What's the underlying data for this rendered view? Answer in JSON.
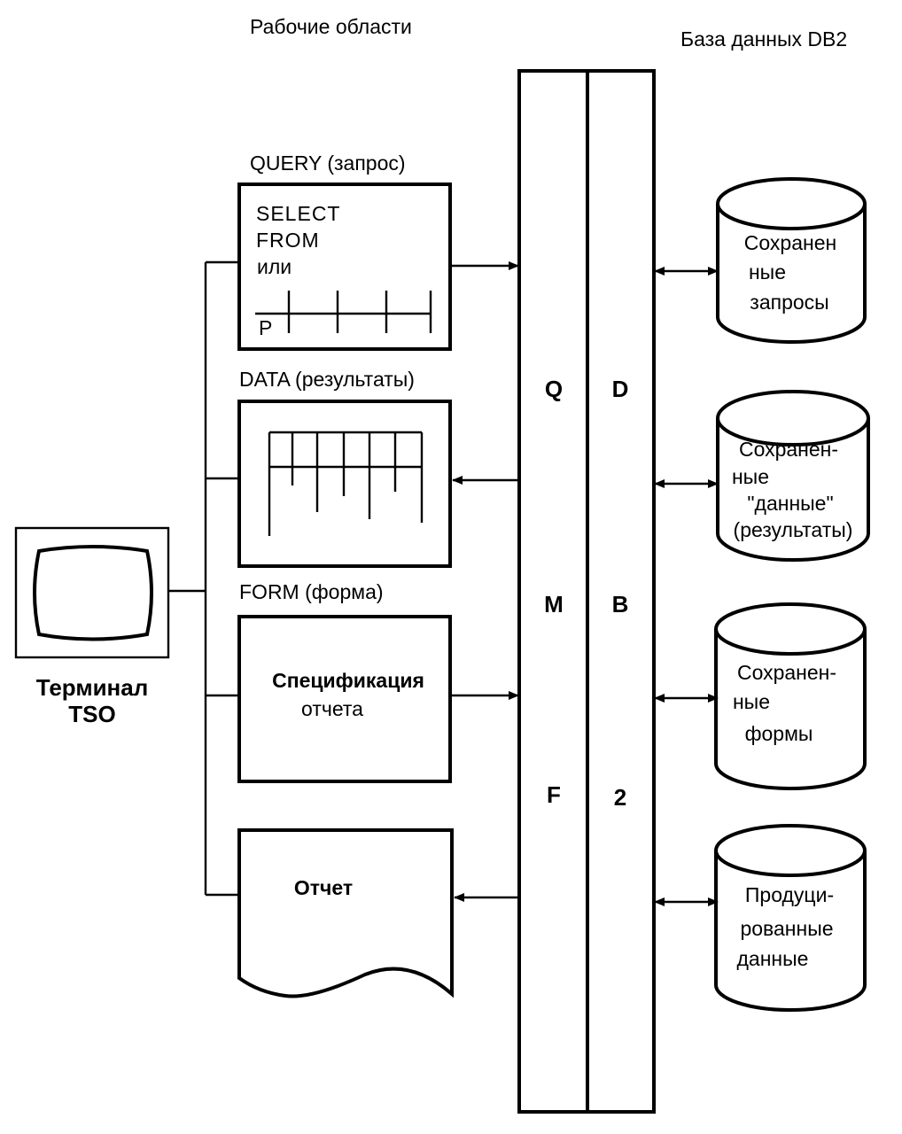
{
  "headers": {
    "work_areas": "Рабочие области",
    "database": "База данных DB2"
  },
  "terminal": {
    "line1": "Терминал",
    "line2": "TSO"
  },
  "query": {
    "title": "QUERY (запрос)",
    "select": "SELECT",
    "from": "FROM",
    "or": "или",
    "p": "P"
  },
  "data_area": {
    "title": "DATA (результаты)"
  },
  "form": {
    "title": "FORM (форма)",
    "line1": "Спецификация",
    "line2": "отчета"
  },
  "report": {
    "label": "Отчет"
  },
  "qmf": [
    "Q",
    "M",
    "F"
  ],
  "db2": [
    "D",
    "B",
    "2"
  ],
  "stores": [
    {
      "name": "stored-queries",
      "lines": [
        "Сохранен",
        "ные",
        "запросы"
      ]
    },
    {
      "name": "stored-data",
      "lines": [
        "Сохранен-",
        "ные",
        "\"данные\"",
        "(результаты)"
      ]
    },
    {
      "name": "stored-forms",
      "lines": [
        "Сохранен-",
        "ные",
        "формы"
      ]
    },
    {
      "name": "produced-data",
      "lines": [
        "Продуци-",
        "рованные",
        "данные"
      ]
    }
  ]
}
